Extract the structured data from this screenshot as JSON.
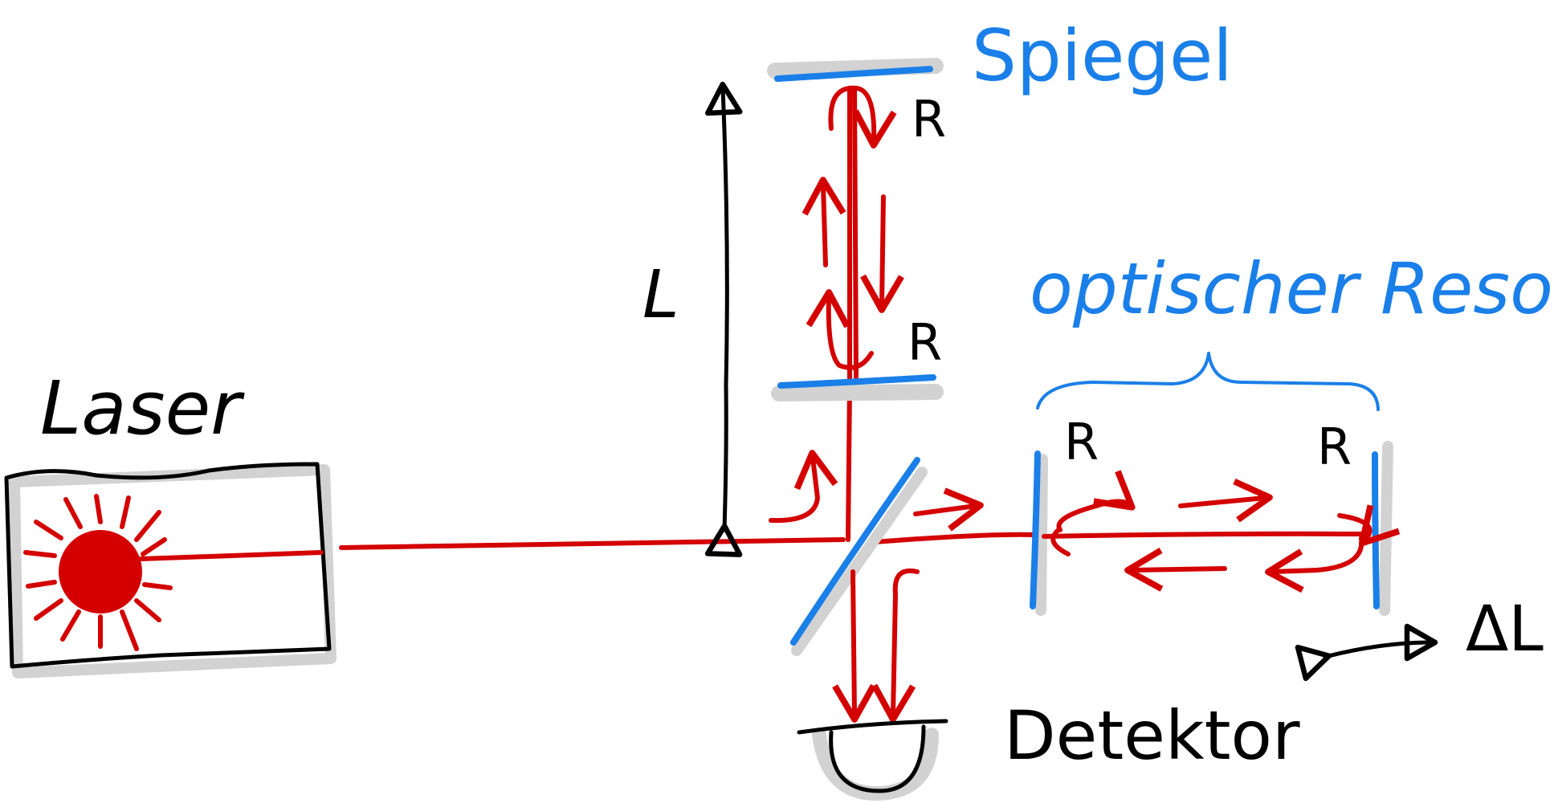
{
  "labels": {
    "laser": "Laser",
    "spiegel": "Spiegel",
    "resonator": "optischer Resonator",
    "detektor": "Detektor",
    "length": "L",
    "delta_length": "ΔL",
    "reflectivity": "R"
  },
  "colors": {
    "beam": "#d40000",
    "mirror": "#1a7fe8",
    "outline": "#000000",
    "shadow": "#d2d2d2"
  }
}
